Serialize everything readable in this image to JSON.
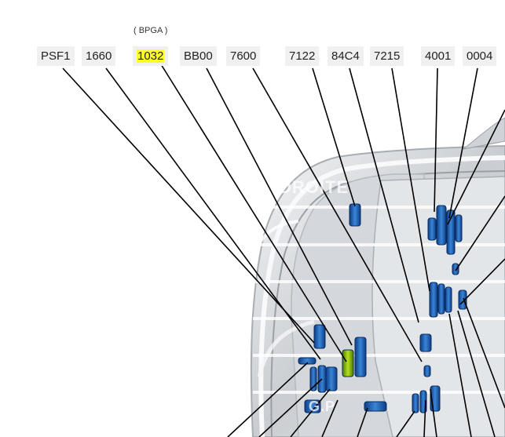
{
  "diagram": {
    "note": "( BPGA )",
    "labels": [
      {
        "id": "psf1",
        "text": "PSF1",
        "highlight": false
      },
      {
        "id": "1660",
        "text": "1660",
        "highlight": false
      },
      {
        "id": "1032",
        "text": "1032",
        "highlight": true
      },
      {
        "id": "bb00",
        "text": "BB00",
        "highlight": false
      },
      {
        "id": "7600",
        "text": "7600",
        "highlight": false
      },
      {
        "id": "7122",
        "text": "7122",
        "highlight": false
      },
      {
        "id": "84c4",
        "text": "84C4",
        "highlight": false
      },
      {
        "id": "7215",
        "text": "7215",
        "highlight": false
      },
      {
        "id": "4001",
        "text": "4001",
        "highlight": false
      },
      {
        "id": "0004",
        "text": "0004",
        "highlight": false
      }
    ],
    "zone_labels": [
      "DROITE",
      "G.P"
    ],
    "colors": {
      "label_bg": "#f0f0f0",
      "highlight": "#ffff2a",
      "component_blue": "#1f5fb0",
      "component_green": "#7fb000",
      "leader_line": "#000000",
      "car_body": "#d9dde0"
    }
  }
}
